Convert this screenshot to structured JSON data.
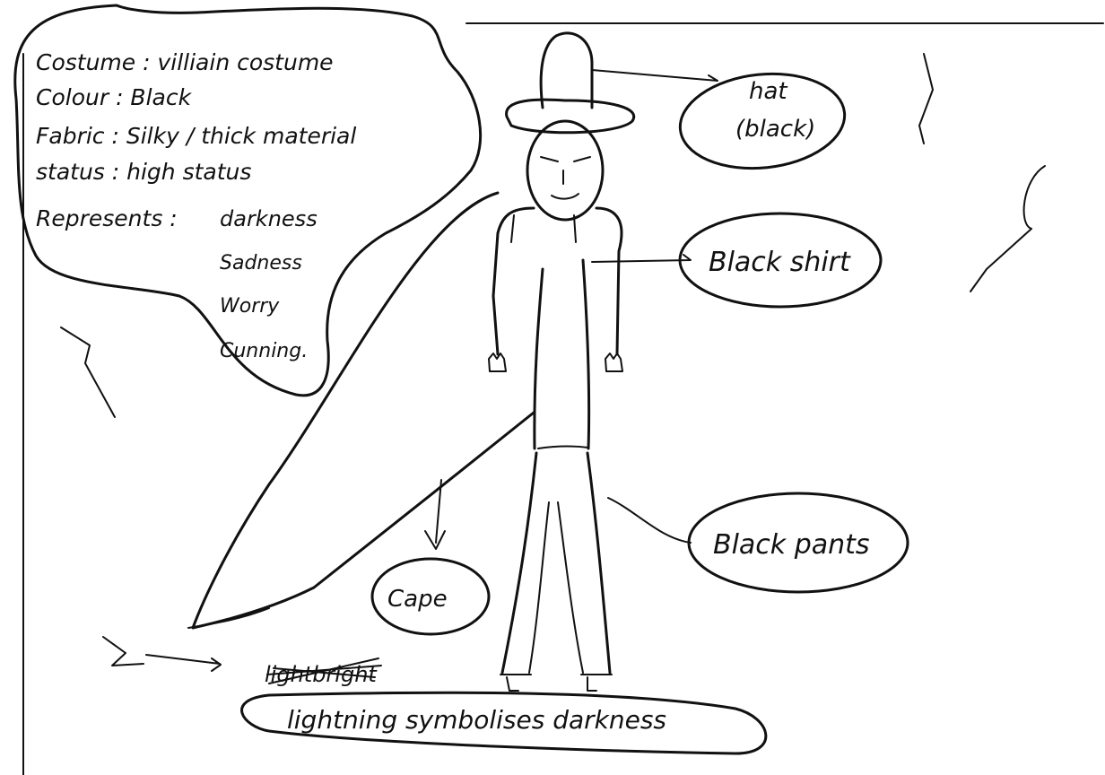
{
  "notes": {
    "costume": "Costume : villiain costume",
    "colour": "Colour : Black",
    "fabric": "Fabric : Silky / thick material",
    "status": "status : high status",
    "represents_label": "Represents :",
    "represents": [
      "darkness",
      "Sadness",
      "Worry",
      "Cunning."
    ]
  },
  "labels": {
    "hat_line1": "hat",
    "hat_line2": "(black)",
    "shirt": "Black shirt",
    "pants": "Black pants",
    "cape": "Cape",
    "crossed_word": "lightbright",
    "lightning_note": "lightning symbolises darkness"
  },
  "colors": {
    "ink": "#111111",
    "paper": "#ffffff"
  }
}
